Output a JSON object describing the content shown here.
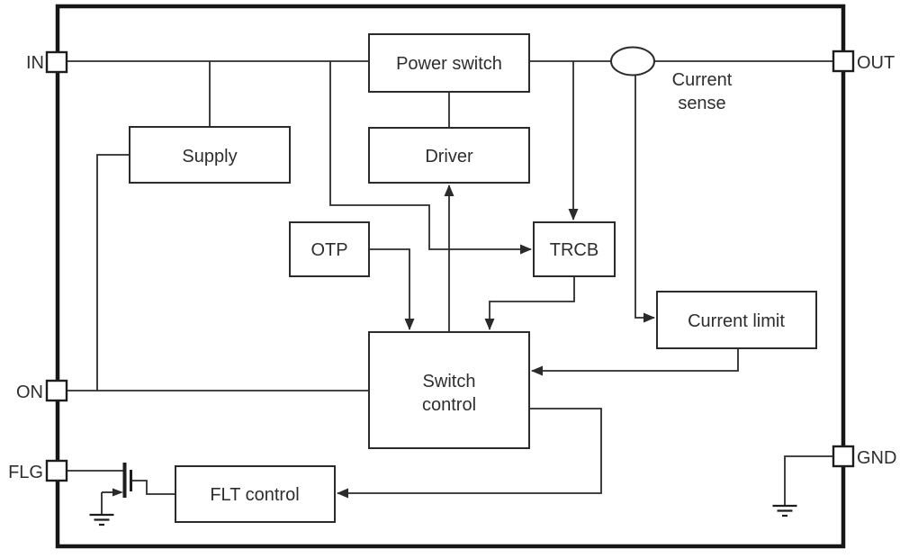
{
  "diagram": {
    "type": "ic-functional-block-diagram",
    "pins": {
      "in": {
        "label": "IN"
      },
      "out": {
        "label": "OUT"
      },
      "on": {
        "label": "ON"
      },
      "flg": {
        "label": "FLG"
      },
      "gnd": {
        "label": "GND"
      }
    },
    "blocks": {
      "power_switch": {
        "label": "Power switch"
      },
      "supply": {
        "label": "Supply"
      },
      "driver": {
        "label": "Driver"
      },
      "otp": {
        "label": "OTP"
      },
      "trcb": {
        "label": "TRCB"
      },
      "current_limit": {
        "label": "Current limit"
      },
      "switch_control": {
        "label_line1": "Switch",
        "label_line2": "control"
      },
      "flt_control": {
        "label": "FLT control"
      }
    },
    "annotations": {
      "current_sense": {
        "label_line1": "Current",
        "label_line2": "sense"
      }
    },
    "symbols": {
      "current_sense": "current-sense-ellipse",
      "flg_transistor": "mosfet-symbol",
      "ground": "ground-symbol"
    },
    "colors": {
      "background": "#ffffff",
      "wire": "#2b2b2b",
      "outer_border": "#161616",
      "block_border": "#2b2b2b",
      "text": "#2e2e2e"
    }
  }
}
